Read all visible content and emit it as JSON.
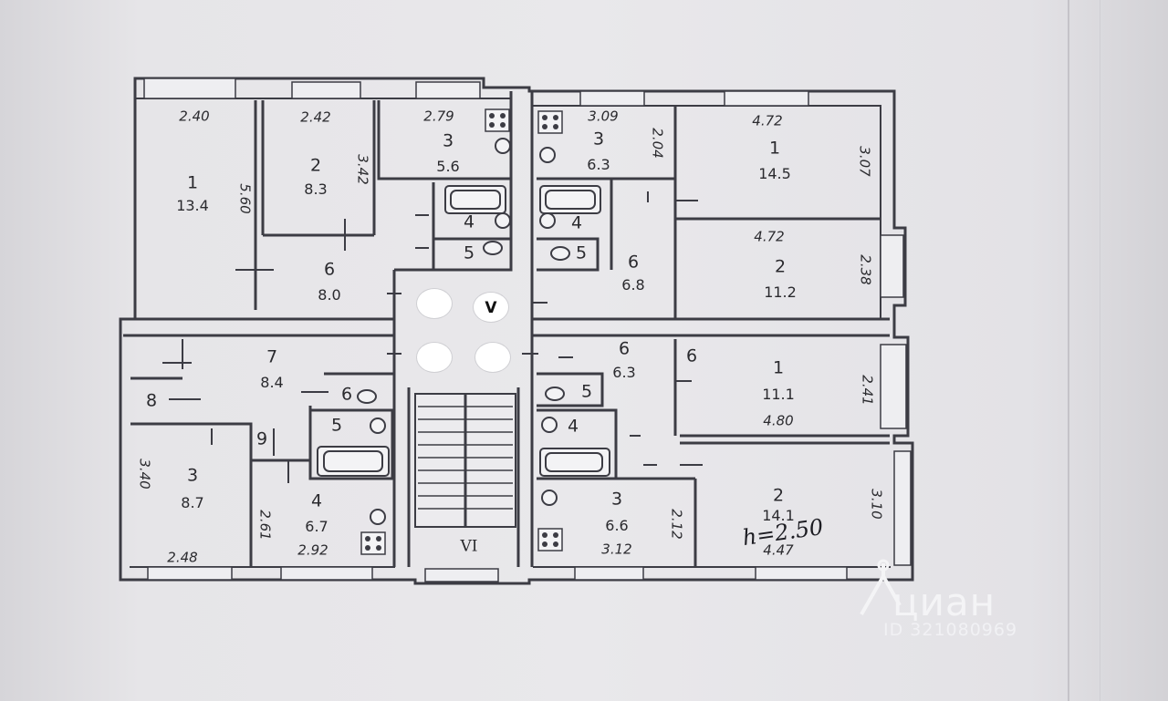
{
  "plan": {
    "rooms": [
      {
        "id": "tl-1",
        "number": "1",
        "area": "13.4"
      },
      {
        "id": "tl-2",
        "number": "2",
        "area": "8.3"
      },
      {
        "id": "tl-3",
        "number": "3",
        "area": "5.6"
      },
      {
        "id": "tl-4",
        "number": "4"
      },
      {
        "id": "tl-5",
        "number": "5"
      },
      {
        "id": "tl-6",
        "number": "6",
        "area": "8.0"
      },
      {
        "id": "tr-3",
        "number": "3",
        "area": "6.3"
      },
      {
        "id": "tr-4",
        "number": "4"
      },
      {
        "id": "tr-5",
        "number": "5"
      },
      {
        "id": "tr-6",
        "number": "6",
        "area": "6.8"
      },
      {
        "id": "tr-1",
        "number": "1",
        "area": "14.5"
      },
      {
        "id": "tr-2",
        "number": "2",
        "area": "11.2"
      },
      {
        "id": "bl-7",
        "number": "7",
        "area": "8.4"
      },
      {
        "id": "bl-8",
        "number": "8"
      },
      {
        "id": "bl-6",
        "number": "6"
      },
      {
        "id": "bl-5",
        "number": "5"
      },
      {
        "id": "bl-9",
        "number": "9"
      },
      {
        "id": "bl-3",
        "number": "3",
        "area": "8.7"
      },
      {
        "id": "bl-4",
        "number": "4",
        "area": "6.7"
      },
      {
        "id": "br-6",
        "number": "6",
        "area": "6.3"
      },
      {
        "id": "br-6b",
        "number": "6"
      },
      {
        "id": "br-5",
        "number": "5"
      },
      {
        "id": "br-4",
        "number": "4"
      },
      {
        "id": "br-3",
        "number": "3",
        "area": "6.6"
      },
      {
        "id": "br-1",
        "number": "1",
        "area": "11.1"
      },
      {
        "id": "br-2",
        "number": "2",
        "area": "14.1"
      }
    ],
    "dimensions": {
      "tl1_width": "2.40",
      "tl1_height": "5.60",
      "tl2_width": "2.42",
      "tl2_height": "3.42",
      "tl3_width": "2.79",
      "tr3_width": "3.09",
      "tr3_height": "2.04",
      "tr1_width": "4.72",
      "tr1_height": "3.07",
      "tr2_width": "4.72",
      "tr2_height": "2.38",
      "bl3_height": "3.40",
      "bl3_width": "2.48",
      "bl4_height": "2.61",
      "bl4_width": "2.92",
      "br3_width": "3.12",
      "br3_height": "2.12",
      "br1_width": "4.80",
      "br1_height": "2.41",
      "br2_width": "4.47",
      "br2_height": "3.10"
    },
    "ceiling_height": "h=2.50",
    "stair_label": "VI",
    "shaft_label": "V"
  },
  "watermark": {
    "brand": "циан",
    "id_text": "ID 321080969"
  },
  "colors": {
    "paper": "#e9e8eb",
    "wall": "#4a4a52",
    "ink": "#2a2a2e"
  }
}
